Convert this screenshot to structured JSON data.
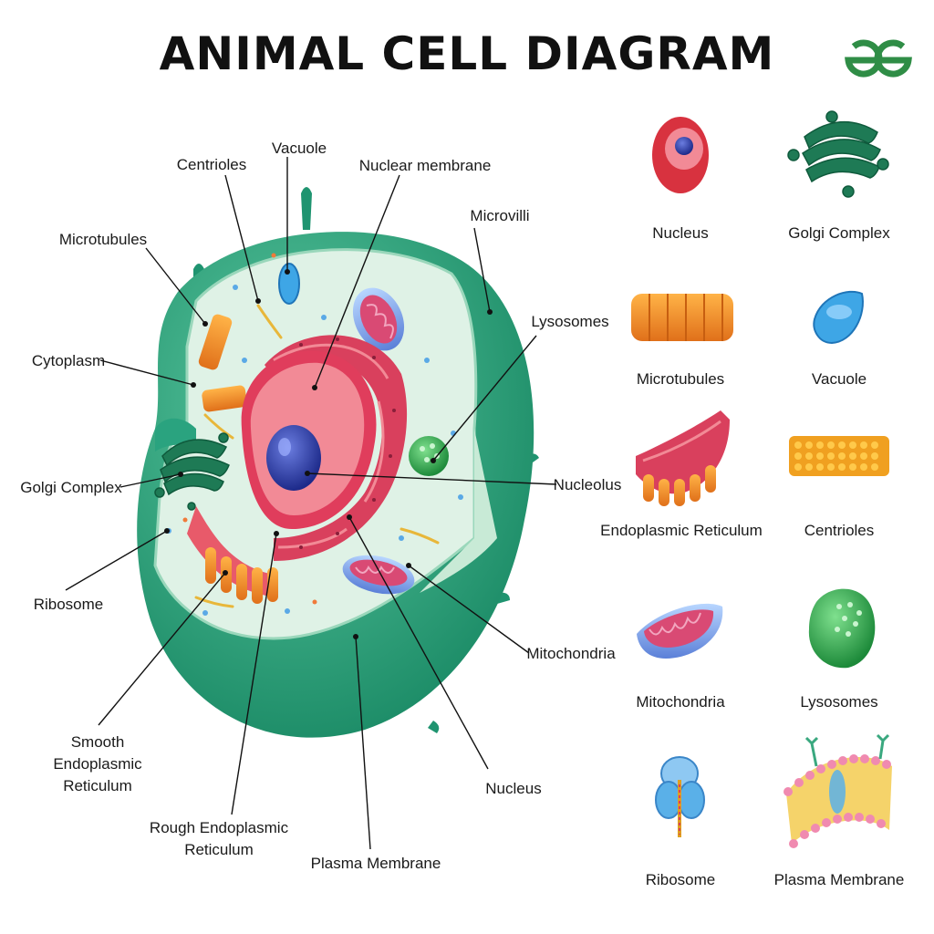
{
  "title": "ANIMAL CELL DIAGRAM",
  "logo": {
    "name": "geeksforgeeks-logo",
    "color": "#2f8d46"
  },
  "colors": {
    "membrane": "#2aa37f",
    "cytoplasm": "#dff2e6",
    "nucleus_envelope": "#e03d5c",
    "nucleus_inner": "#f28a96",
    "nucleolus": "#2f3fa8",
    "er": "#d9405d",
    "golgi": "#1e7a55",
    "microtubule": "#f28a1e",
    "vacuole": "#3ea6e6",
    "lysosome": "#3fbf5a",
    "ribosome": "#5ab0e8"
  },
  "cell_labels": {
    "centrioles": "Centrioles",
    "vacuole": "Vacuole",
    "nuclear_membrane": "Nuclear membrane",
    "microvilli": "Microvilli",
    "microtubules": "Microtubules",
    "cytoplasm": "Cytoplasm",
    "lysosomes": "Lysosomes",
    "golgi_complex": "Golgi Complex",
    "nucleolus": "Nucleolus",
    "ribosome": "Ribosome",
    "mitochondria": "Mitochondria",
    "smooth_er_1": "Smooth",
    "smooth_er_2": "Endoplasmic",
    "smooth_er_3": "Reticulum",
    "nucleus": "Nucleus",
    "rough_er_1": "Rough Endoplasmic",
    "rough_er_2": "Reticulum",
    "plasma_membrane": "Plasma Membrane"
  },
  "legend": [
    {
      "label": "Nucleus",
      "icon": "nucleus-icon"
    },
    {
      "label": "Golgi Complex",
      "icon": "golgi-complex-icon"
    },
    {
      "label": "Microtubules",
      "icon": "microtubules-icon"
    },
    {
      "label": "Vacuole",
      "icon": "vacuole-icon"
    },
    {
      "label": "Endoplasmic Reticulum",
      "icon": "endoplasmic-reticulum-icon"
    },
    {
      "label": "Centrioles",
      "icon": "centrioles-icon"
    },
    {
      "label": "Mitochondria",
      "icon": "mitochondria-icon"
    },
    {
      "label": "Lysosomes",
      "icon": "lysosomes-icon"
    },
    {
      "label": "Ribosome",
      "icon": "ribosome-icon"
    },
    {
      "label": "Plasma Membrane",
      "icon": "plasma-membrane-icon"
    }
  ]
}
